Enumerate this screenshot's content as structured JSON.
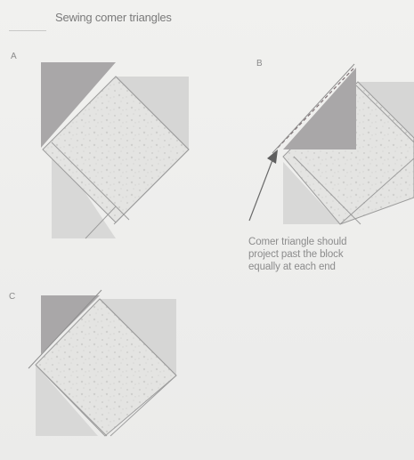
{
  "header": {
    "title": "Sewing comer triangles"
  },
  "panels": {
    "a": {
      "label": "A"
    },
    "b": {
      "label": "B",
      "caption_lines": [
        "Comer triangle should",
        "project past the block",
        "equally at each end"
      ]
    },
    "c": {
      "label": "C"
    }
  },
  "colors": {
    "background": "#eeeeec",
    "corner_triangle_dark": "#a9a7a8",
    "side_triangle_light": "#d6d6d5",
    "center_square_speckled": "#e4e4e2",
    "line": "#9c9c9c",
    "stitch_line": "#7d6f73"
  },
  "icons": {
    "pointer_arrow": "arrow-icon"
  }
}
